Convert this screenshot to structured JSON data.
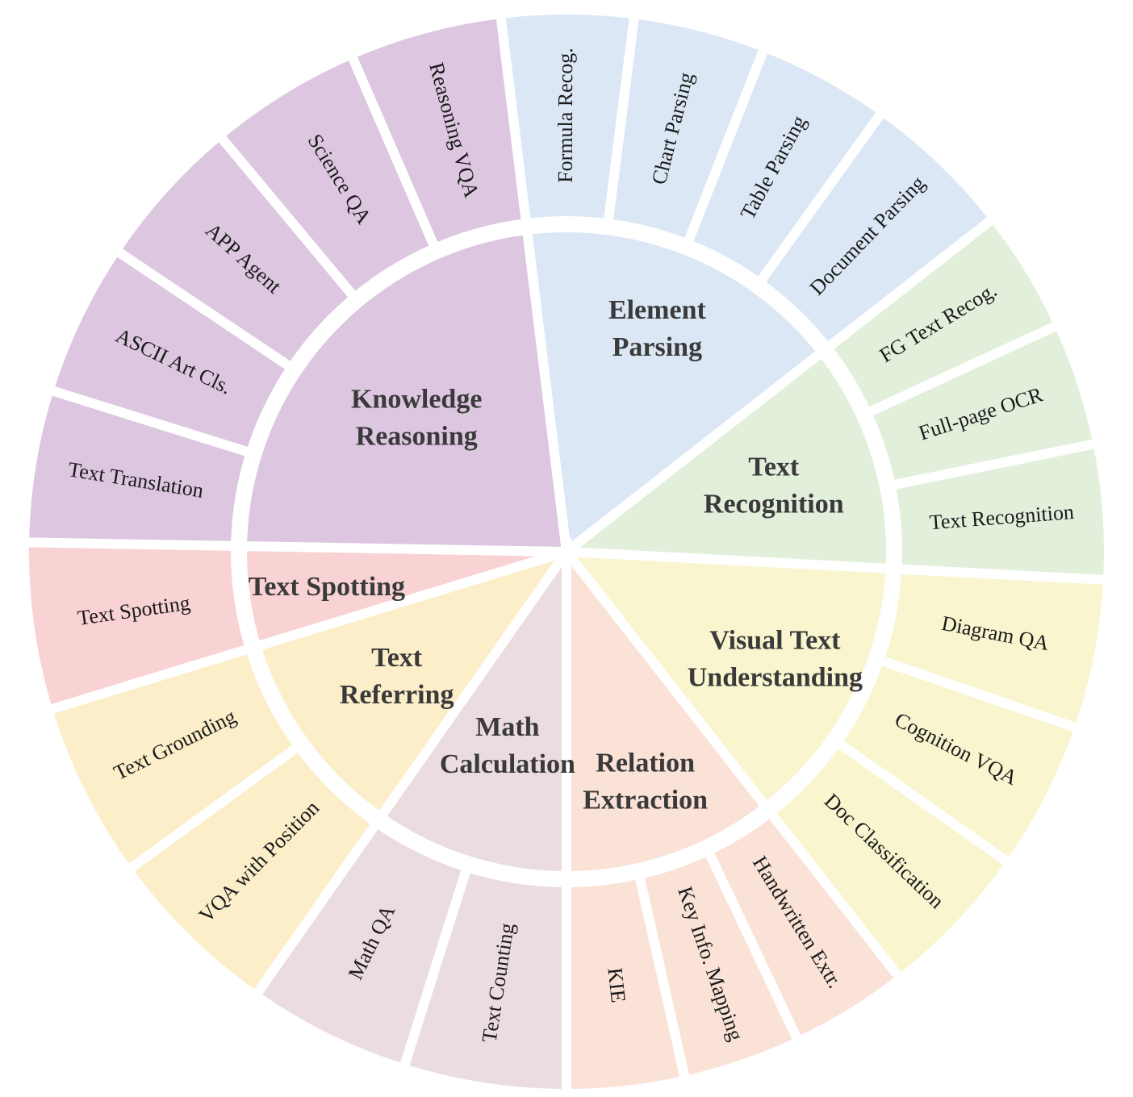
{
  "chart_data": {
    "type": "sunburst",
    "title": "",
    "categories": [
      {
        "name": "Element Parsing",
        "label_lines": [
          "Element",
          "Parsing"
        ],
        "color": "#dbe7f5",
        "children": [
          "Formula Recog.",
          "Chart Parsing",
          "Table Parsing",
          "Document Parsing"
        ]
      },
      {
        "name": "Text Recognition",
        "label_lines": [
          "Text",
          "Recognition"
        ],
        "color": "#e2efdb",
        "children": [
          "FG Text Recog.",
          "Full-page OCR",
          "Text Recognition"
        ]
      },
      {
        "name": "Visual Text Understanding",
        "label_lines": [
          "Visual Text",
          "Understanding"
        ],
        "color": "#f8f5cf",
        "children": [
          "Diagram QA",
          "Cognition VQA",
          "Doc Classification"
        ]
      },
      {
        "name": "Relation Extraction",
        "label_lines": [
          "Relation",
          "Extraction"
        ],
        "color": "#fae2d6",
        "children": [
          "Handwritten Extr.",
          "Key Info. Mapping",
          "KIE"
        ]
      },
      {
        "name": "Math Calculation",
        "label_lines": [
          "Math",
          "Calculation"
        ],
        "color": "#eadcdf",
        "children": [
          "Text Counting",
          "Math QA"
        ]
      },
      {
        "name": "Text Referring",
        "label_lines": [
          "Text",
          "Referring"
        ],
        "color": "#fbeec9",
        "children": [
          "VQA with Position",
          "Text Grounding"
        ]
      },
      {
        "name": "Text Spotting",
        "label_lines": [
          "Text Spotting"
        ],
        "color": "#f9d2d3",
        "children": [
          "Text Spotting"
        ]
      },
      {
        "name": "Knowledge Reasoning",
        "label_lines": [
          "Knowledge",
          "Reasoning"
        ],
        "color": "#dcc6e0",
        "children": [
          "Text Translation",
          "ASCII Art Cls.",
          "APP Agent",
          "Science QA",
          "Reasoning VQA"
        ]
      }
    ]
  }
}
